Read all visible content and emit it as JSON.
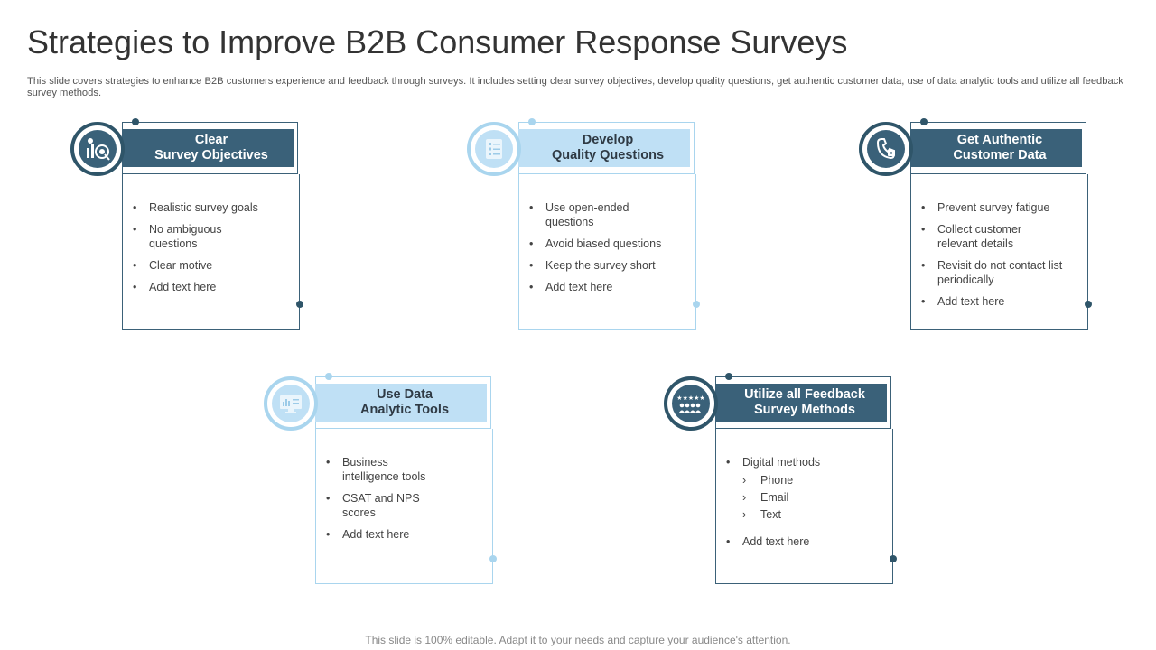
{
  "title": "Strategies to Improve B2B Consumer Response Surveys",
  "subtitle": "This slide covers strategies to enhance B2B customers experience and feedback through surveys. It includes setting clear survey objectives, develop quality questions, get authentic customer data, use of data analytic tools and utilize all feedback survey methods.",
  "footer": "This slide is 100% editable. Adapt it to your needs and capture your audience's attention.",
  "cards": [
    {
      "title": "Clear\nSurvey Objectives",
      "icon": "target-chart-icon",
      "style": "dark",
      "items": [
        "Realistic survey goals",
        "No ambiguous questions",
        "Clear motive",
        "Add text here"
      ]
    },
    {
      "title": "Develop\nQuality Questions",
      "icon": "checklist-icon",
      "style": "light",
      "items": [
        "Use open-ended questions",
        "Avoid biased questions",
        "Keep the survey short",
        "Add text here"
      ]
    },
    {
      "title": "Get Authentic\nCustomer Data",
      "icon": "phone-lock-icon",
      "style": "dark",
      "items": [
        "Prevent survey fatigue",
        "Collect customer relevant details",
        "Revisit do not contact list periodically",
        "Add text here"
      ]
    },
    {
      "title": "Use Data\nAnalytic Tools",
      "icon": "monitor-analytics-icon",
      "style": "light",
      "items": [
        "Business intelligence tools",
        "CSAT and NPS scores",
        "Add text here"
      ]
    },
    {
      "title": "Utilize all Feedback\nSurvey Methods",
      "icon": "star-rating-people-icon",
      "style": "dark",
      "items": [
        "Digital methods",
        "Add text here"
      ],
      "sub_items": [
        "Phone",
        "Email",
        "Text"
      ]
    }
  ],
  "colors": {
    "dark": "#3a6179",
    "light": "#bfe0f5",
    "light_border": "#a9d5ee"
  }
}
